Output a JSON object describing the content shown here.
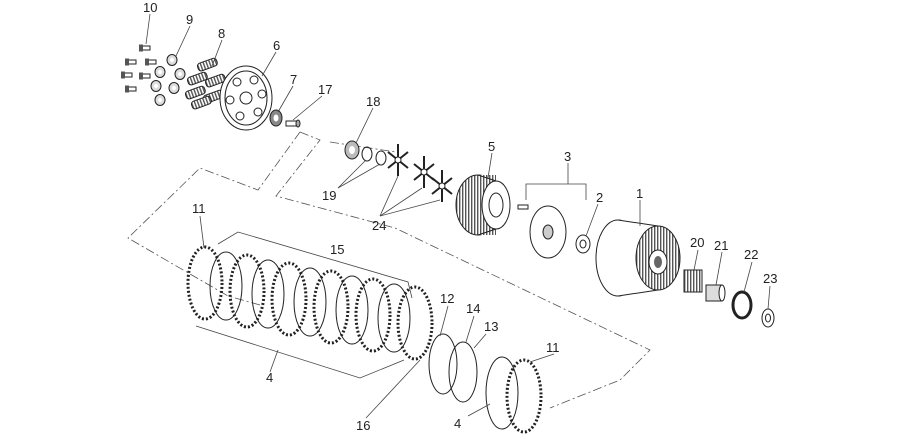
{
  "callouts": {
    "c10": "10",
    "c9": "9",
    "c8": "8",
    "c6": "6",
    "c7": "7",
    "c17": "17",
    "c18": "18",
    "c19": "19",
    "c24": "24",
    "c5": "5",
    "c3": "3",
    "c2": "2",
    "c1": "1",
    "c20": "20",
    "c21": "21",
    "c22": "22",
    "c23": "23",
    "c11a": "11",
    "c15": "15",
    "c12": "12",
    "c14": "14",
    "c13": "13",
    "c11b": "11",
    "c4a": "4",
    "c4b": "4",
    "c16": "16"
  },
  "colors": {
    "line": "#222222",
    "part_fill": "#ffffff",
    "shade": "#9a9a9a",
    "dark": "#555555"
  }
}
